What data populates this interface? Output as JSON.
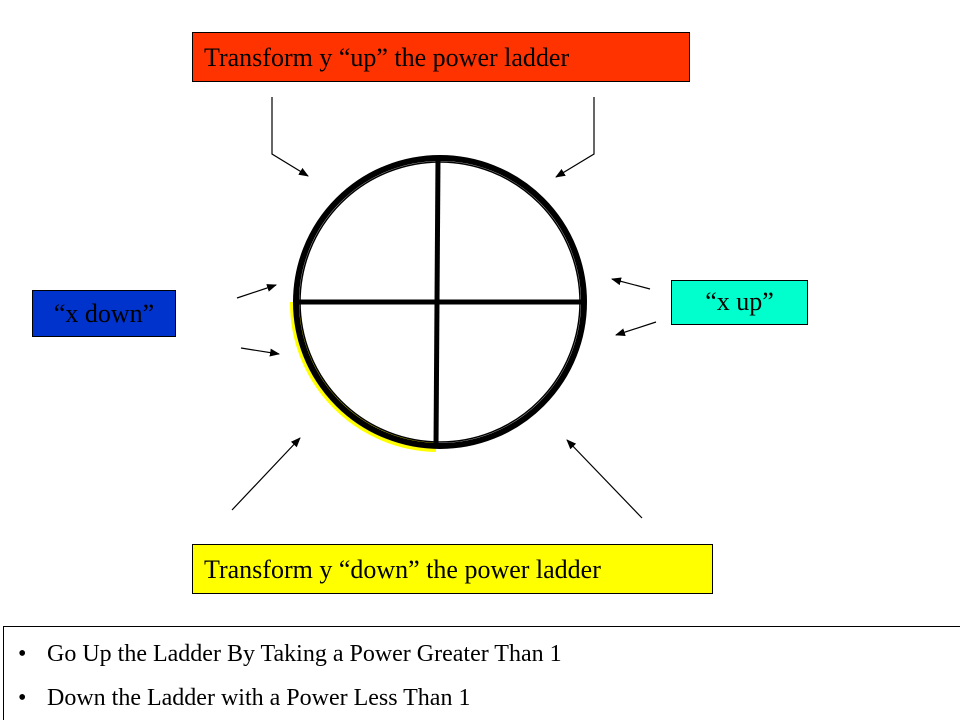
{
  "labels": {
    "y_up": "Transform y “up” the power ladder",
    "y_down": "Transform y “down” the power ladder",
    "x_down": "“x down”",
    "x_up": "“x up”"
  },
  "colors": {
    "y_up_box": "#ff3300",
    "y_down_box": "#ffff00",
    "x_down_box": "#0033cc",
    "x_up_box": "#00ffcc",
    "circle_stroke": "#000000",
    "highlight_arc": "#ffff00"
  },
  "notes": [
    {
      "bullet": "•",
      "text": "Go Up the Ladder By Taking a Power Greater Than 1"
    },
    {
      "bullet": "•",
      "text": "Down the Ladder with a Power Less Than 1"
    }
  ]
}
